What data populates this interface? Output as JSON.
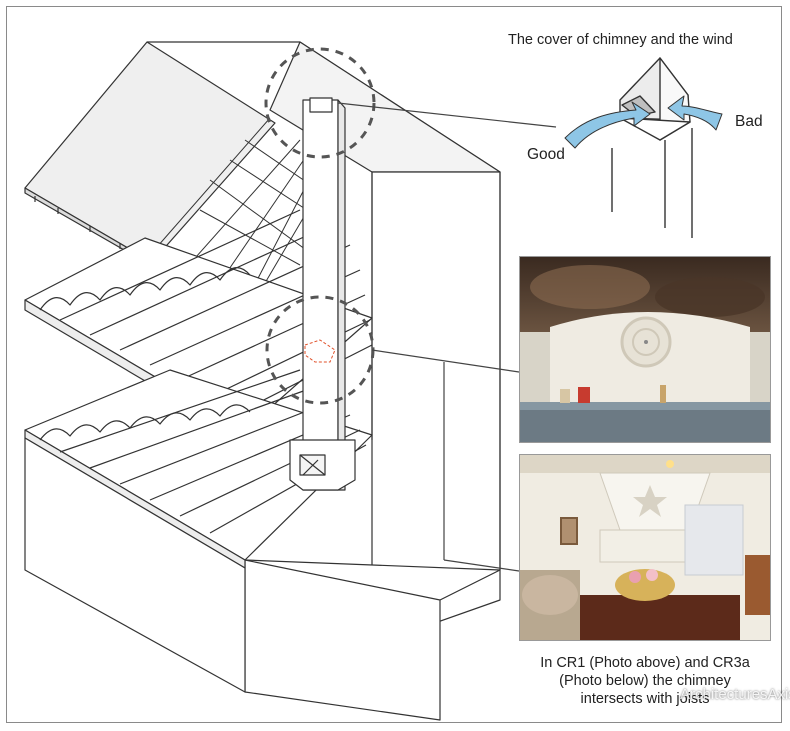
{
  "diagram": {
    "title": "The cover of chimney and the wind",
    "good_label": "Good",
    "bad_label": "Bad",
    "caption_lines": [
      "In CR1 (Photo above) and CR3a",
      "(Photo below) the chimney",
      "intersects with joists"
    ],
    "watermark": "ArchitecturesAxis"
  },
  "colors": {
    "arrow_fill": "#8ec6e6",
    "highlight_dash": "#e0512a",
    "line": "#333333",
    "roof_fill": "#efefef"
  }
}
